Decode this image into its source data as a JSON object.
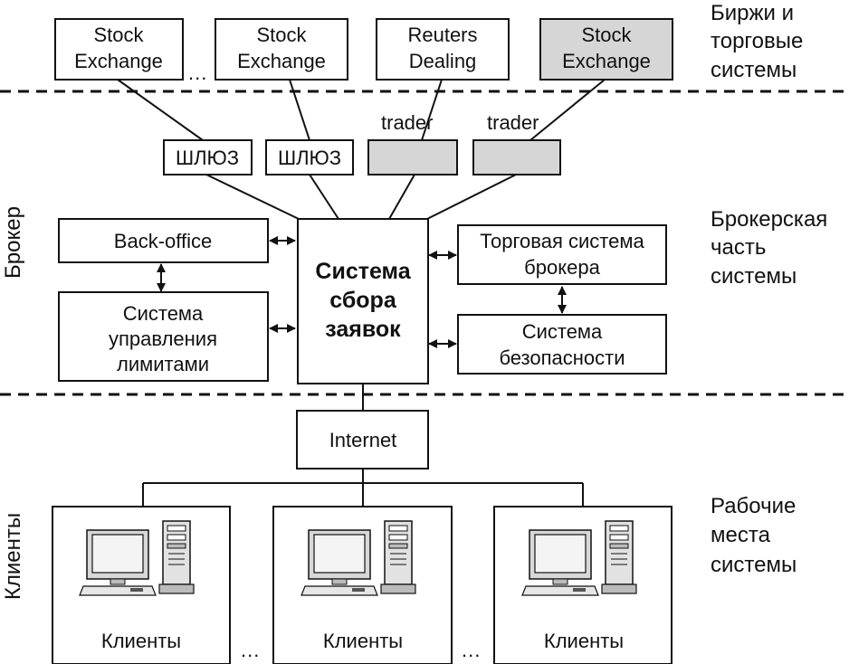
{
  "zones": {
    "exchanges": [
      "Биржи и",
      "торговые",
      "системы"
    ],
    "broker_part": [
      "Брокерская",
      "часть",
      "системы"
    ],
    "workplaces": [
      "Рабочие",
      "места",
      "системы"
    ],
    "side_broker": "Брокер",
    "side_clients": "Клиенты"
  },
  "exchanges": [
    {
      "lines": [
        "Stock",
        "Exchange"
      ],
      "shaded": false
    },
    {
      "lines": [
        "Stock",
        "Exchange"
      ],
      "shaded": false
    },
    {
      "lines": [
        "Reuters",
        "Dealing"
      ],
      "shaded": false
    },
    {
      "lines": [
        "Stock",
        "Exchange"
      ],
      "shaded": true
    }
  ],
  "ellipsis": "...",
  "gateways": [
    "ШЛЮЗ",
    "ШЛЮЗ"
  ],
  "traders": [
    "trader",
    "trader"
  ],
  "back_office": "Back-office",
  "limits": [
    "Система",
    "управления",
    "лимитами"
  ],
  "center": [
    "Система",
    "сбора",
    "заявок"
  ],
  "broker_trading": [
    "Торговая система",
    "брокера"
  ],
  "security": [
    "Система",
    "безопасности"
  ],
  "internet": "Internet",
  "clients": [
    "Клиенты",
    "Клиенты",
    "Клиенты"
  ]
}
